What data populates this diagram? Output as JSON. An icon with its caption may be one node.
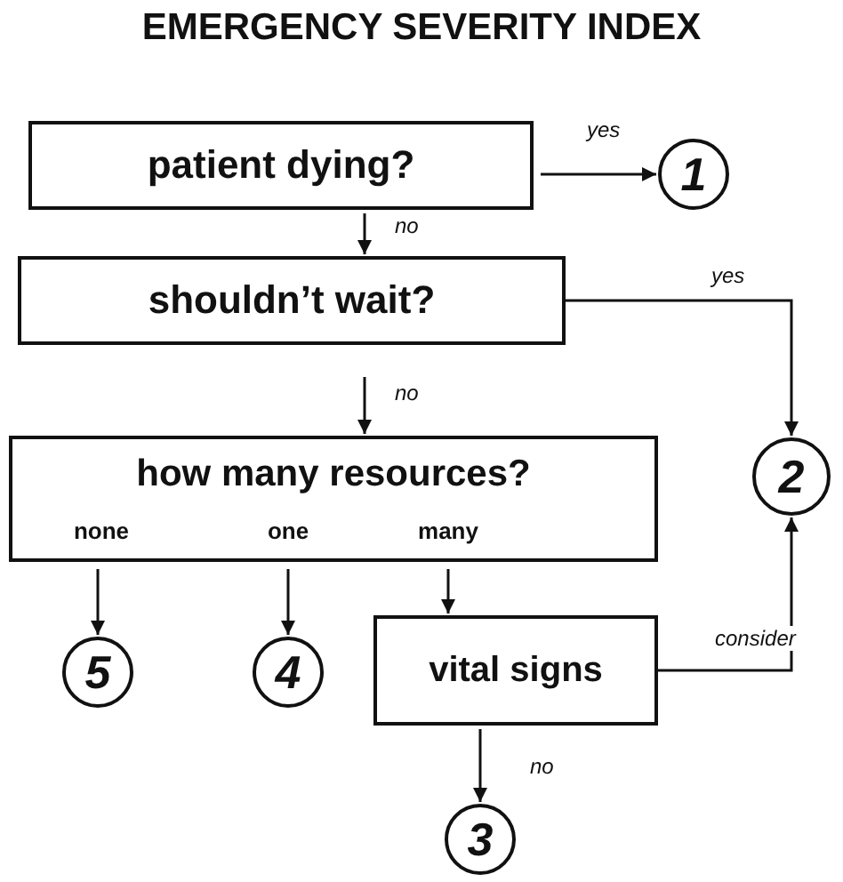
{
  "diagram": {
    "title": "EMERGENCY SEVERITY INDEX",
    "nodes": [
      {
        "text": [
          "patient dying?"
        ]
      },
      {
        "text": [
          "1"
        ]
      },
      {
        "text": [
          "shouldn’t wait?"
        ]
      },
      {
        "text": [
          "2"
        ]
      },
      {
        "text": [
          "how many resources?",
          "none",
          "one",
          "many"
        ]
      },
      {
        "text": [
          "5"
        ]
      },
      {
        "text": [
          "4"
        ]
      },
      {
        "text": [
          "vital signs"
        ]
      },
      {
        "text": [
          "3"
        ]
      }
    ],
    "edges": [
      {
        "from": 0,
        "to": 1,
        "arrow": "to",
        "label": "yes"
      },
      {
        "from": 0,
        "to": 2,
        "arrow": "to",
        "label": "no"
      },
      {
        "from": 2,
        "to": 3,
        "arrow": "to",
        "label": "yes"
      },
      {
        "from": 2,
        "to": 4,
        "arrow": "to",
        "label": "no"
      },
      {
        "from": 4,
        "to": 5,
        "arrow": "to"
      },
      {
        "from": 4,
        "to": 6,
        "arrow": "to"
      },
      {
        "from": 4,
        "to": 7,
        "arrow": "to"
      },
      {
        "from": 7,
        "to": 3,
        "arrow": "to",
        "label": "consider"
      },
      {
        "from": 7,
        "to": 8,
        "arrow": "to",
        "label": "no"
      }
    ]
  }
}
